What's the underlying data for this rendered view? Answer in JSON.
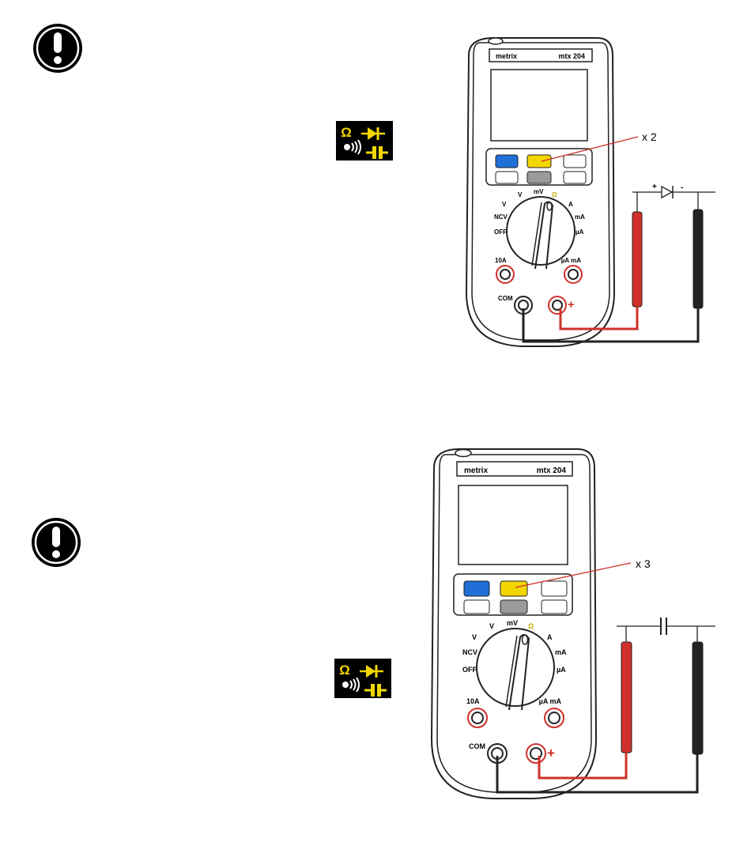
{
  "sections": [
    {
      "meter": {
        "brand": "metrix",
        "model": "mtx 204",
        "range_labels": {
          "v_ac": "V",
          "v_dc": "V",
          "mv": "mV",
          "ohm": "Ω",
          "a": "A",
          "ma": "mA",
          "ua": "µA",
          "ncv": "NCV",
          "off": "OFF"
        },
        "terminals": {
          "left": "10A",
          "right": "µA mA",
          "com": "COM",
          "plus": "+"
        }
      },
      "callout": "x 2",
      "component_polarity": {
        "plus": "+",
        "minus": "-"
      },
      "mode_icon": {
        "ohm": "Ω"
      }
    },
    {
      "meter": {
        "brand": "metrix",
        "model": "mtx 204",
        "range_labels": {
          "v_ac": "V",
          "v_dc": "V",
          "mv": "mV",
          "ohm": "Ω",
          "a": "A",
          "ma": "mA",
          "ua": "µA",
          "ncv": "NCV",
          "off": "OFF"
        },
        "terminals": {
          "left": "10A",
          "right": "µA mA",
          "com": "COM",
          "plus": "+"
        }
      },
      "callout": "x 3",
      "mode_icon": {
        "ohm": "Ω"
      }
    }
  ],
  "colors": {
    "accent_yellow": "#f2d600",
    "blue_button": "#1f6fd6",
    "gray_button": "#9a9a9a",
    "red_lead": "#d0302a",
    "black_lead": "#222222"
  }
}
